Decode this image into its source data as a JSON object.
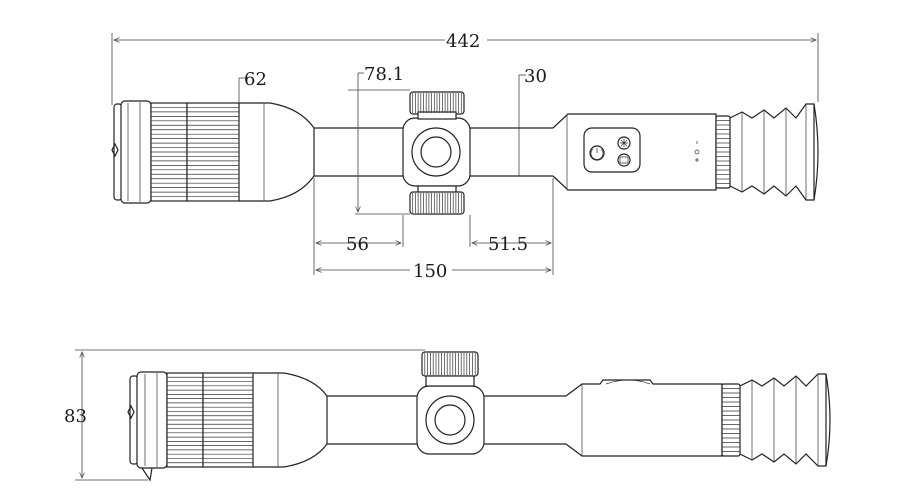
{
  "drawing": {
    "top_view": {
      "overall_length": "442",
      "objective_diameter": "62",
      "turret_height": "78.1",
      "tube_diameter": "30",
      "front_tube_length": "56",
      "rear_tube_length": "51.5",
      "mounting_length": "150"
    },
    "side_view": {
      "height": "83"
    },
    "button_icons": [
      "power-icon",
      "brightness-icon",
      "camera-icon"
    ],
    "colors": {
      "line": "#222222",
      "background": "#ffffff"
    }
  }
}
